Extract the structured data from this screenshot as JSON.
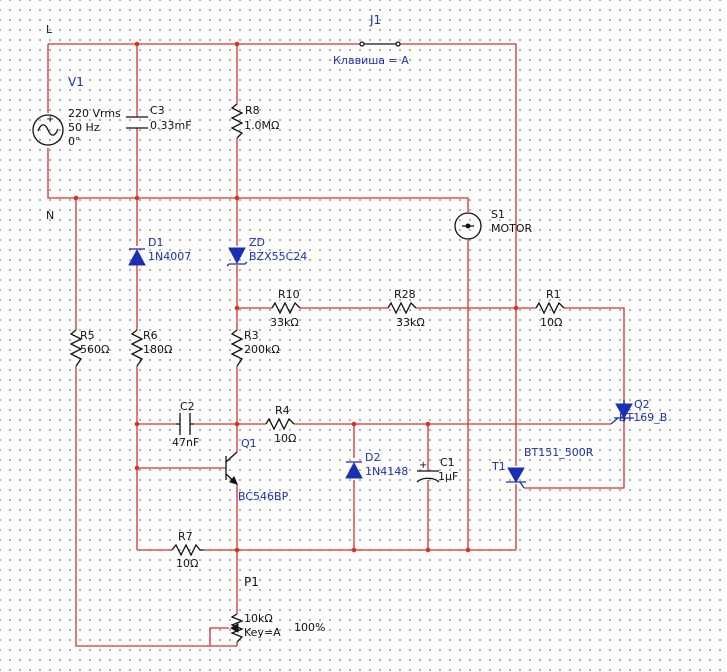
{
  "nets": {
    "line_label": "L",
    "neutral_label": "N"
  },
  "components": {
    "v1": {
      "ref": "V1",
      "voltage": "220 Vrms",
      "freq": "50 Hz",
      "phase": "0°"
    },
    "j1": {
      "ref": "J1",
      "key": "Клавиша = A"
    },
    "c3": {
      "ref": "C3",
      "value": "0.33mF"
    },
    "r8": {
      "ref": "R8",
      "value": "1.0MΩ"
    },
    "s1": {
      "ref": "S1",
      "value": "MOTOR"
    },
    "d1": {
      "ref": "D1",
      "value": "1N4007"
    },
    "zd": {
      "ref": "ZD",
      "value": "BZX55C24"
    },
    "r10": {
      "ref": "R10",
      "value": "33kΩ"
    },
    "r28": {
      "ref": "R28",
      "value": "33kΩ"
    },
    "r1": {
      "ref": "R1",
      "value": "10Ω"
    },
    "r5": {
      "ref": "R5",
      "value": "560Ω"
    },
    "r6": {
      "ref": "R6",
      "value": "180Ω"
    },
    "r3": {
      "ref": "R3",
      "value": "200kΩ"
    },
    "q2": {
      "ref": "Q2",
      "value": "BT169_B"
    },
    "c2": {
      "ref": "C2",
      "value": "47nF"
    },
    "r4": {
      "ref": "R4",
      "value": "10Ω"
    },
    "q1": {
      "ref": "Q1",
      "value": "BC546BP"
    },
    "d2": {
      "ref": "D2",
      "value": "1N4148"
    },
    "c1": {
      "ref": "C1",
      "value": "1µF"
    },
    "t1": {
      "ref": "T1",
      "value": "BT151_500R"
    },
    "r7": {
      "ref": "R7",
      "value": "10Ω"
    },
    "p1": {
      "ref": "P1",
      "value": "10kΩ",
      "key": "Key=A",
      "setting": "100%"
    }
  },
  "colors": {
    "wire": "#d9302a",
    "symbol": "#111111",
    "reference": "#1a2fb5",
    "grid": "#9a9a9a"
  }
}
